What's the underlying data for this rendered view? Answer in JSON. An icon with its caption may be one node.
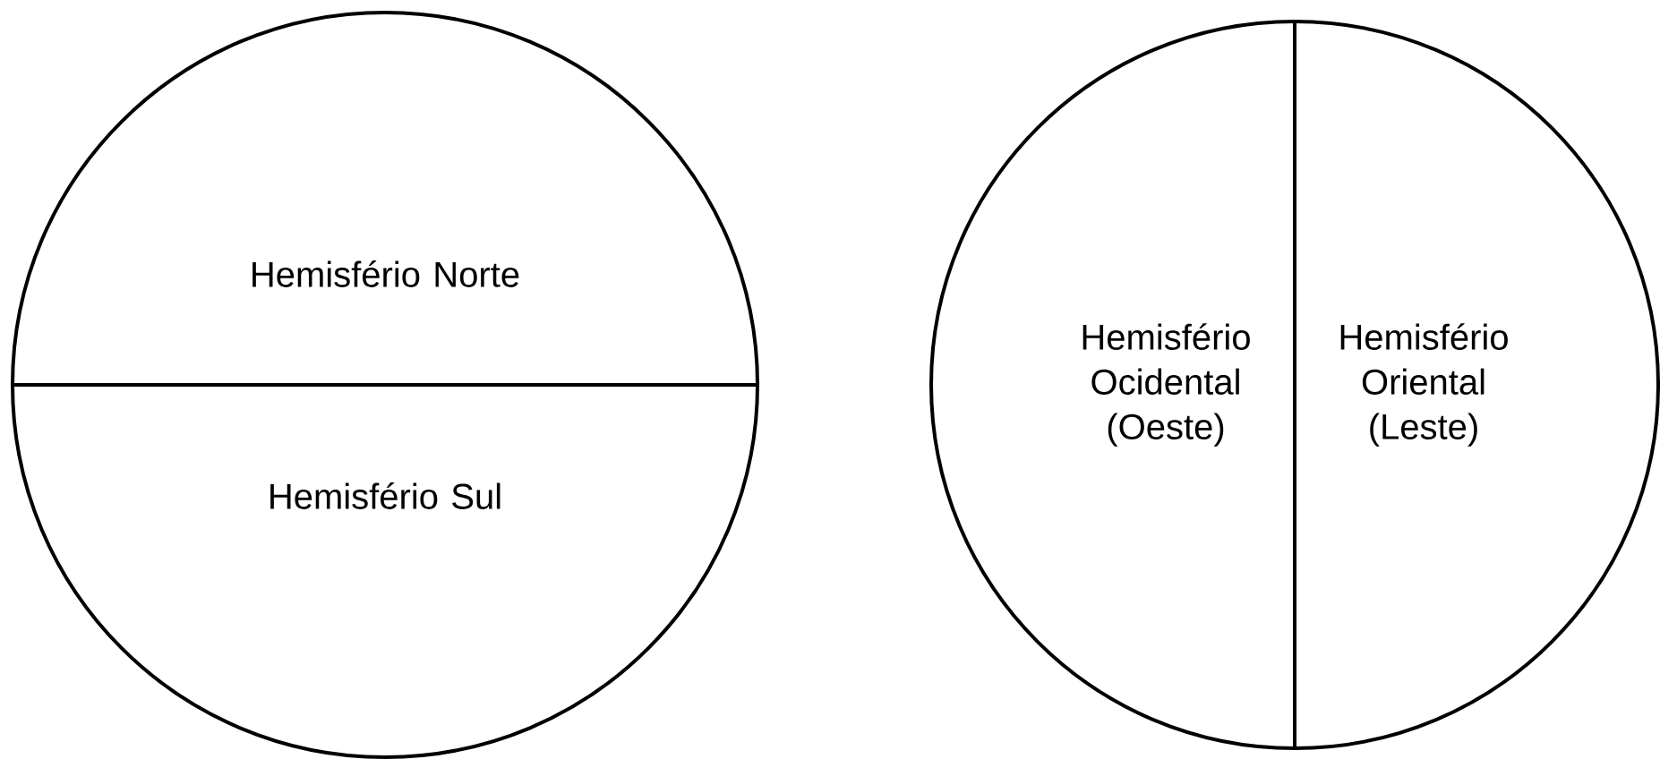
{
  "diagram": {
    "nodes": [
      {
        "text": [],
        "shape": "circle"
      },
      {
        "text": [
          "Hemisfério Norte"
        ],
        "in": 0
      },
      {
        "text": [
          "Hemisfério Sul"
        ],
        "in": 0
      },
      {
        "text": [],
        "shape": "circle"
      },
      {
        "text": [
          "Hemisfério Ocidental (Oeste)"
        ],
        "in": 3
      },
      {
        "text": [
          "Hemisfério Oriental (Leste)"
        ],
        "in": 3
      }
    ]
  }
}
